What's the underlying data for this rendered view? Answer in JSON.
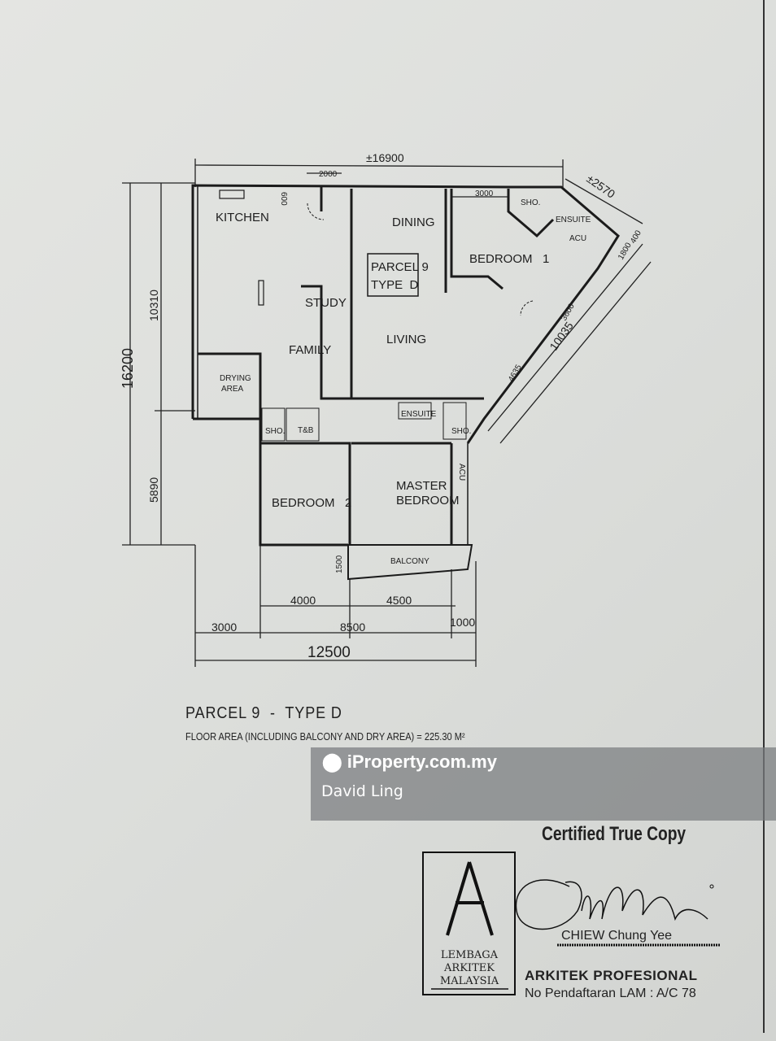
{
  "plan": {
    "rooms": {
      "kitchen": "KITCHEN",
      "dining": "DINING",
      "bedroom1": "BEDROOM   1",
      "study": "STUDY",
      "family": "FAMILY",
      "living": "LIVING",
      "drying_area_1": "DRYING",
      "drying_area_2": "AREA",
      "bedroom2": "BEDROOM   2",
      "master_bedroom_1": "MASTER",
      "master_bedroom_2": "BEDROOM",
      "balcony": "BALCONY",
      "ensuite_top": "ENSUITE",
      "ensuite_bottom": "ENSUITE",
      "sho_top": "SHO.",
      "sho_left": "SHO.",
      "sho_right": "SHO.",
      "acu_top": "ACU",
      "acu_bottom": "ACU",
      "tb": "T&B"
    },
    "tag_line1": "PARCEL 9",
    "tag_line2": "TYPE  D",
    "dimensions": {
      "top_total": "±16900",
      "opening": "2000",
      "opening_depth": "600",
      "bed1_width": "3000",
      "corner": "±2570",
      "diag_400": "400",
      "diag_1800": "1800",
      "diag_3600": "3600",
      "diag_10035": "10035",
      "diag_4635": "4635",
      "left_total": "16200",
      "left_upper": "10310",
      "left_lower": "5890",
      "bed2_width": "4000",
      "master_width": "4500",
      "balcony_depth": "1500",
      "bottom_left": "3000",
      "bottom_mid": "8500",
      "bottom_right": "1000",
      "bottom_total": "12500"
    }
  },
  "title": "PARCEL 9  -  TYPE D",
  "floor_area": "FLOOR AREA (INCLUDING BALCONY AND DRY AREA) = 225.30 M²",
  "watermark": {
    "brand": "iProperty.com.my",
    "agent": "David Ling"
  },
  "certification": {
    "stamp": "Certified True Copy",
    "seal_lines": [
      "LEMBAGA",
      "ARKITEK",
      "MALAYSIA"
    ],
    "architect_name": "CHIEW Chung Yee",
    "architect_title": "ARKITEK PROFESIONAL",
    "registration": "No Pendaftaran LAM : A/C 78"
  }
}
